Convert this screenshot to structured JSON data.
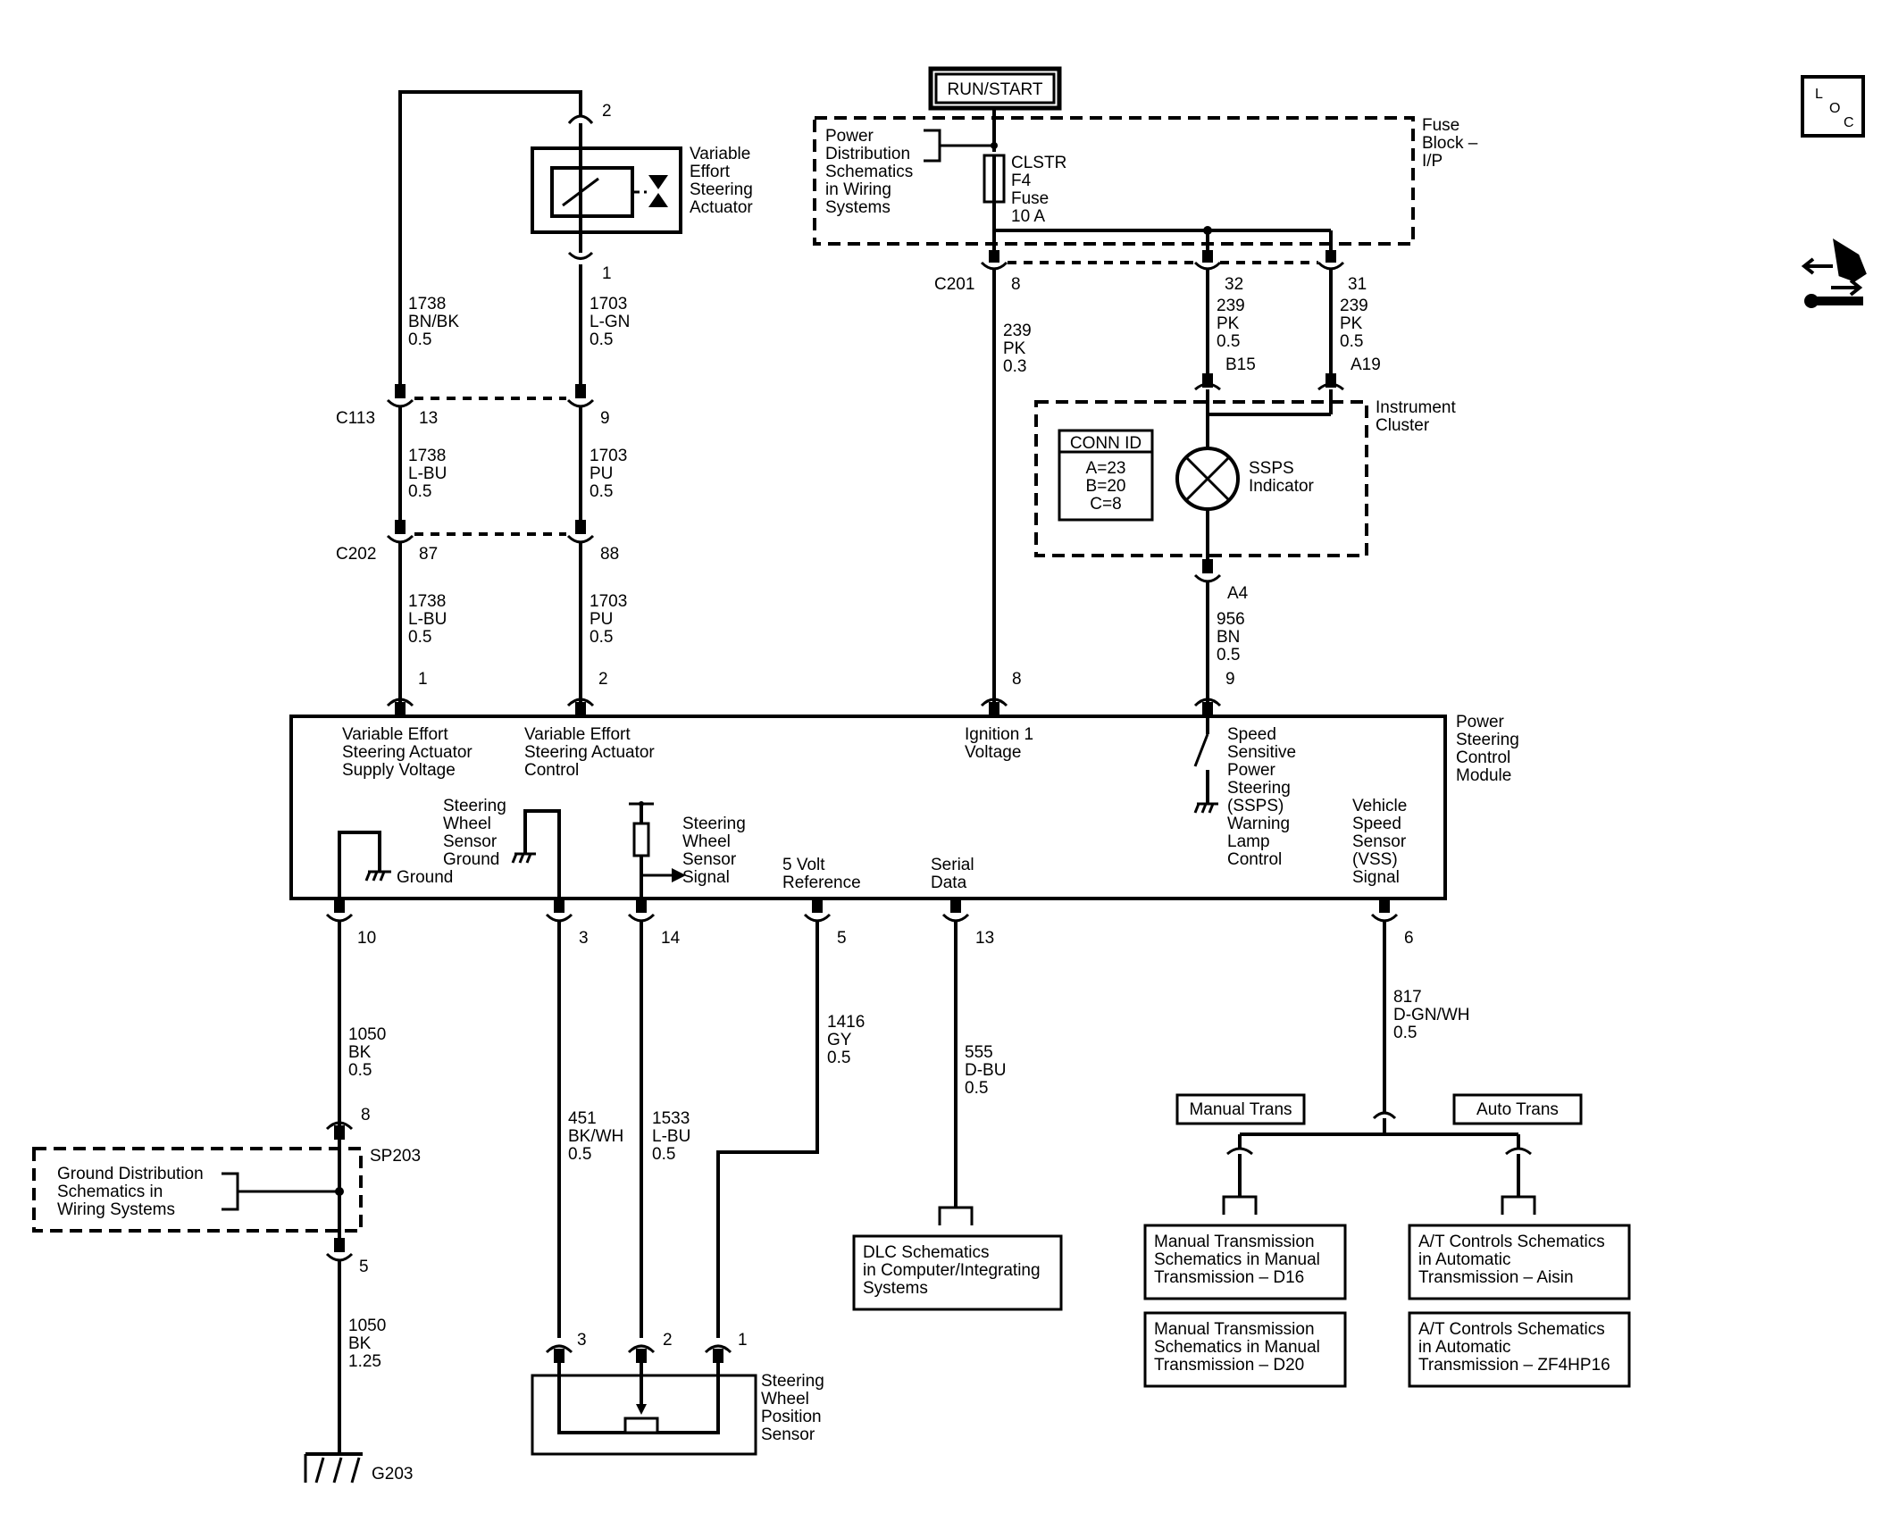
{
  "power": {
    "run_start": "RUN/START"
  },
  "fuse_block": {
    "title": [
      "Fuse",
      "Block –",
      "I/P"
    ],
    "pds_ref": [
      "Power",
      "Distribution",
      "Schematics",
      "in Wiring",
      "Systems"
    ],
    "fuse": [
      "CLSTR",
      "F4",
      "Fuse",
      "10 A"
    ]
  },
  "actuator": {
    "title": [
      "Variable",
      "Effort",
      "Steering",
      "Actuator"
    ],
    "pin_top": "2",
    "pin_bottom": "1"
  },
  "connectors": {
    "c113": "C113",
    "c202": "C202",
    "c201": "C201",
    "c113_pins": [
      "13",
      "9"
    ],
    "c202_pins": [
      "87",
      "88"
    ],
    "c201_pins": [
      "8",
      "32",
      "31"
    ]
  },
  "wires": {
    "w1738_upper": [
      "1738",
      "BN/BK",
      "0.5"
    ],
    "w1703_upper": [
      "1703",
      "L-GN",
      "0.5"
    ],
    "w1738_mid": [
      "1738",
      "L-BU",
      "0.5"
    ],
    "w1703_mid": [
      "1703",
      "PU",
      "0.5"
    ],
    "w1738_low": [
      "1738",
      "L-BU",
      "0.5"
    ],
    "w1703_low": [
      "1703",
      "PU",
      "0.5"
    ],
    "w239_ign": [
      "239",
      "PK",
      "0.3"
    ],
    "w239_b15": [
      "239",
      "PK",
      "0.5"
    ],
    "w239_a19": [
      "239",
      "PK",
      "0.5"
    ],
    "w956": [
      "956",
      "BN",
      "0.5"
    ],
    "w1050_top": [
      "1050",
      "BK",
      "0.5"
    ],
    "w1050_bot": [
      "1050",
      "BK",
      "1.25"
    ],
    "w451": [
      "451",
      "BK/WH",
      "0.5"
    ],
    "w1533": [
      "1533",
      "L-BU",
      "0.5"
    ],
    "w1416": [
      "1416",
      "GY",
      "0.5"
    ],
    "w555": [
      "555",
      "D-BU",
      "0.5"
    ],
    "w817": [
      "817",
      "D-GN/WH",
      "0.5"
    ]
  },
  "cluster": {
    "title": [
      "Instrument",
      "Cluster"
    ],
    "conn_id_title": "CONN ID",
    "conn_id": [
      "A=23",
      "B=20",
      "C=8"
    ],
    "indicator": [
      "SSPS",
      "Indicator"
    ],
    "pin_b15": "B15",
    "pin_a19": "A19",
    "pin_a4": "A4"
  },
  "pscm": {
    "title": [
      "Power",
      "Steering",
      "Control",
      "Module"
    ],
    "top_pins": [
      "1",
      "2",
      "8",
      "9"
    ],
    "bottom_pins": [
      "10",
      "3",
      "14",
      "5",
      "13",
      "6"
    ],
    "supply": [
      "Variable Effort",
      "Steering Actuator",
      "Supply Voltage"
    ],
    "control": [
      "Variable Effort",
      "Steering Actuator",
      "Control"
    ],
    "ign": [
      "Ignition 1",
      "Voltage"
    ],
    "ssps": [
      "Speed",
      "Sensitive",
      "Power",
      "Steering",
      "(SSPS)",
      "Warning",
      "Lamp",
      "Control"
    ],
    "vss": [
      "Vehicle",
      "Speed",
      "Sensor",
      "(VSS)",
      "Signal"
    ],
    "ground": "Ground",
    "sws_ground": [
      "Steering",
      "Wheel",
      "Sensor",
      "Ground"
    ],
    "sws_signal": [
      "Steering",
      "Wheel",
      "Sensor",
      "Signal"
    ],
    "five_volt": [
      "5 Volt",
      "Reference"
    ],
    "serial": [
      "Serial",
      "Data"
    ]
  },
  "splice": {
    "pin_top": "8",
    "pin_bottom": "5",
    "name": "SP203",
    "ground_dist": [
      "Ground Distribution",
      "Schematics in",
      "Wiring Systems"
    ],
    "ground": "G203"
  },
  "sensor": {
    "title": [
      "Steering",
      "Wheel",
      "Position",
      "Sensor"
    ],
    "pins": [
      "3",
      "2",
      "1"
    ]
  },
  "dlc": [
    "DLC Schematics",
    "in Computer/Integrating",
    "Systems"
  ],
  "trans": {
    "manual": "Manual Trans",
    "auto": "Auto Trans",
    "m_d16": [
      "Manual Transmission",
      "Schematics in Manual",
      "Transmission – D16"
    ],
    "m_d20": [
      "Manual Transmission",
      "Schematics in Manual",
      "Transmission – D20"
    ],
    "a_aisin": [
      "A/T Controls Schematics",
      "in Automatic",
      "Transmission – Aisin"
    ],
    "a_zf": [
      "A/T Controls Schematics",
      "in Automatic",
      "Transmission – ZF4HP16"
    ]
  },
  "side_icons": {
    "loc": [
      "L",
      "O",
      "C"
    ]
  }
}
